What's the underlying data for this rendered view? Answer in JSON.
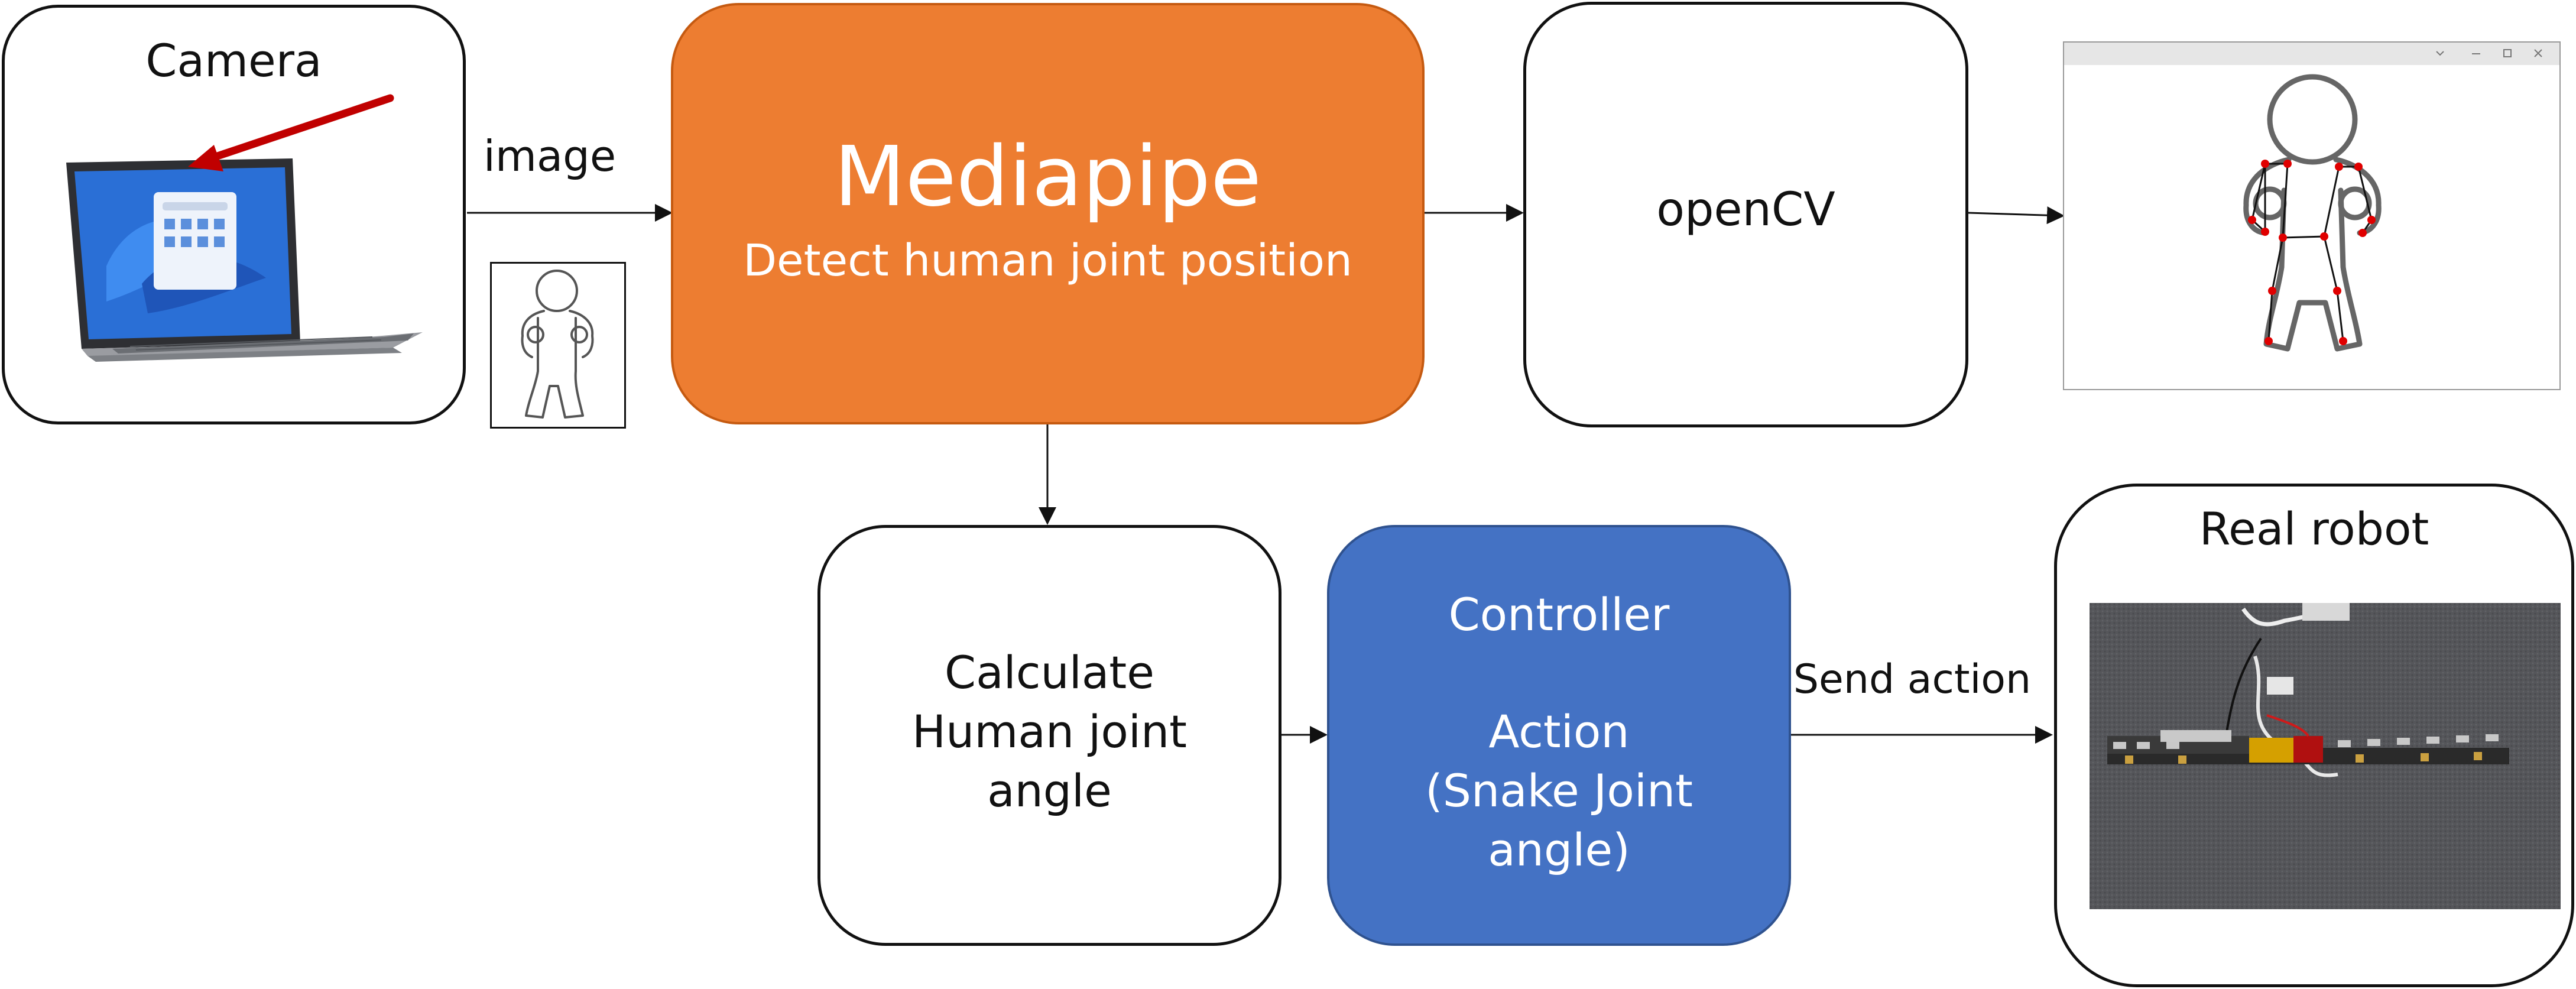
{
  "nodes": {
    "camera": {
      "label": "Camera"
    },
    "mediapipe": {
      "title": "Mediapipe",
      "subtitle": "Detect human joint position",
      "fill": "#ED7D31",
      "stroke": "#C55A11"
    },
    "opencv": {
      "label": "openCV"
    },
    "calculate": {
      "line1": "Calculate",
      "line2": "Human joint",
      "line3": "angle"
    },
    "controller": {
      "line1": "Controller",
      "line2": "Action",
      "line3": "(Snake Joint",
      "line4": "angle)",
      "fill": "#4472C4",
      "stroke": "#2F528F"
    },
    "real_robot": {
      "label": "Real robot"
    }
  },
  "edges": {
    "camera_to_mediapipe": {
      "label": "image"
    },
    "controller_to_robot": {
      "label": "Send action"
    }
  },
  "colors": {
    "pointer_arrow": "#C00000",
    "skeleton_joint": "#E00000"
  }
}
